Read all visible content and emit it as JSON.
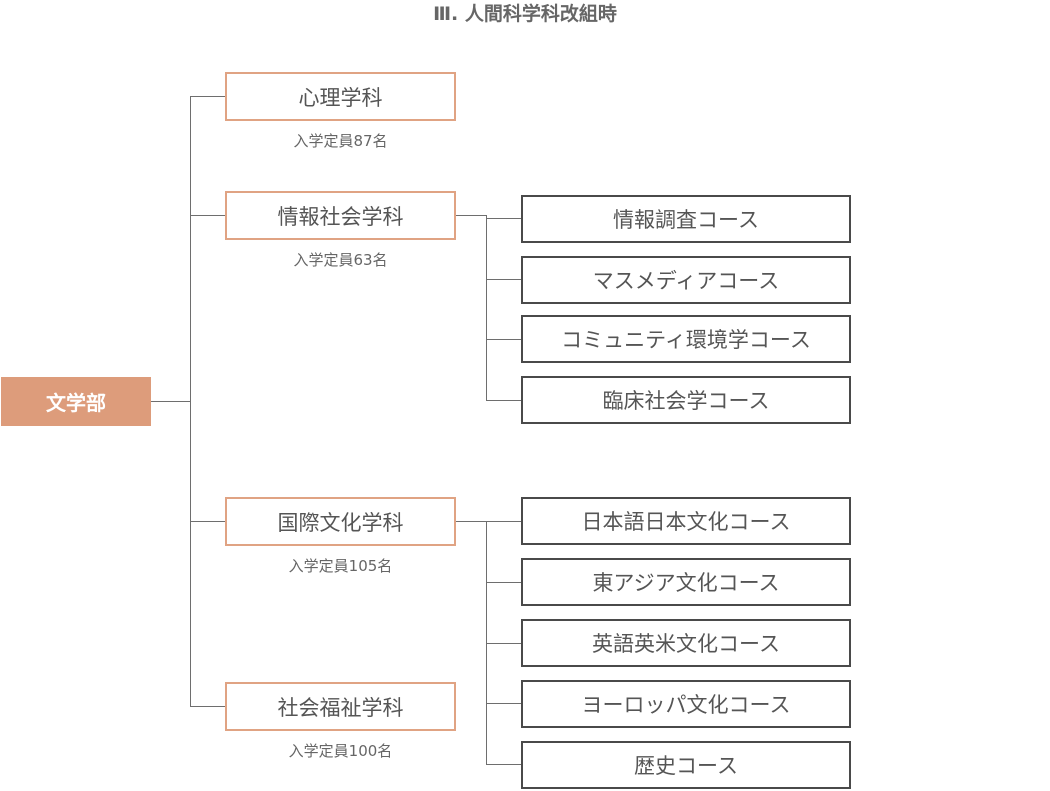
{
  "title": "Ⅲ. 人間科学科改組時",
  "root": "文学部",
  "departments": [
    {
      "name": "心理学科",
      "capacity": "入学定員87名"
    },
    {
      "name": "情報社会学科",
      "capacity": "入学定員63名"
    },
    {
      "name": "国際文化学科",
      "capacity": "入学定員105名"
    },
    {
      "name": "社会福祉学科",
      "capacity": "入学定員100名"
    }
  ],
  "courses_info": [
    "情報調査コース",
    "マスメディアコース",
    "コミュニティ環境学コース",
    "臨床社会学コース"
  ],
  "courses_culture": [
    "日本語日本文化コース",
    "東アジア文化コース",
    "英語英米文化コース",
    "ヨーロッパ文化コース",
    "歴史コース"
  ]
}
